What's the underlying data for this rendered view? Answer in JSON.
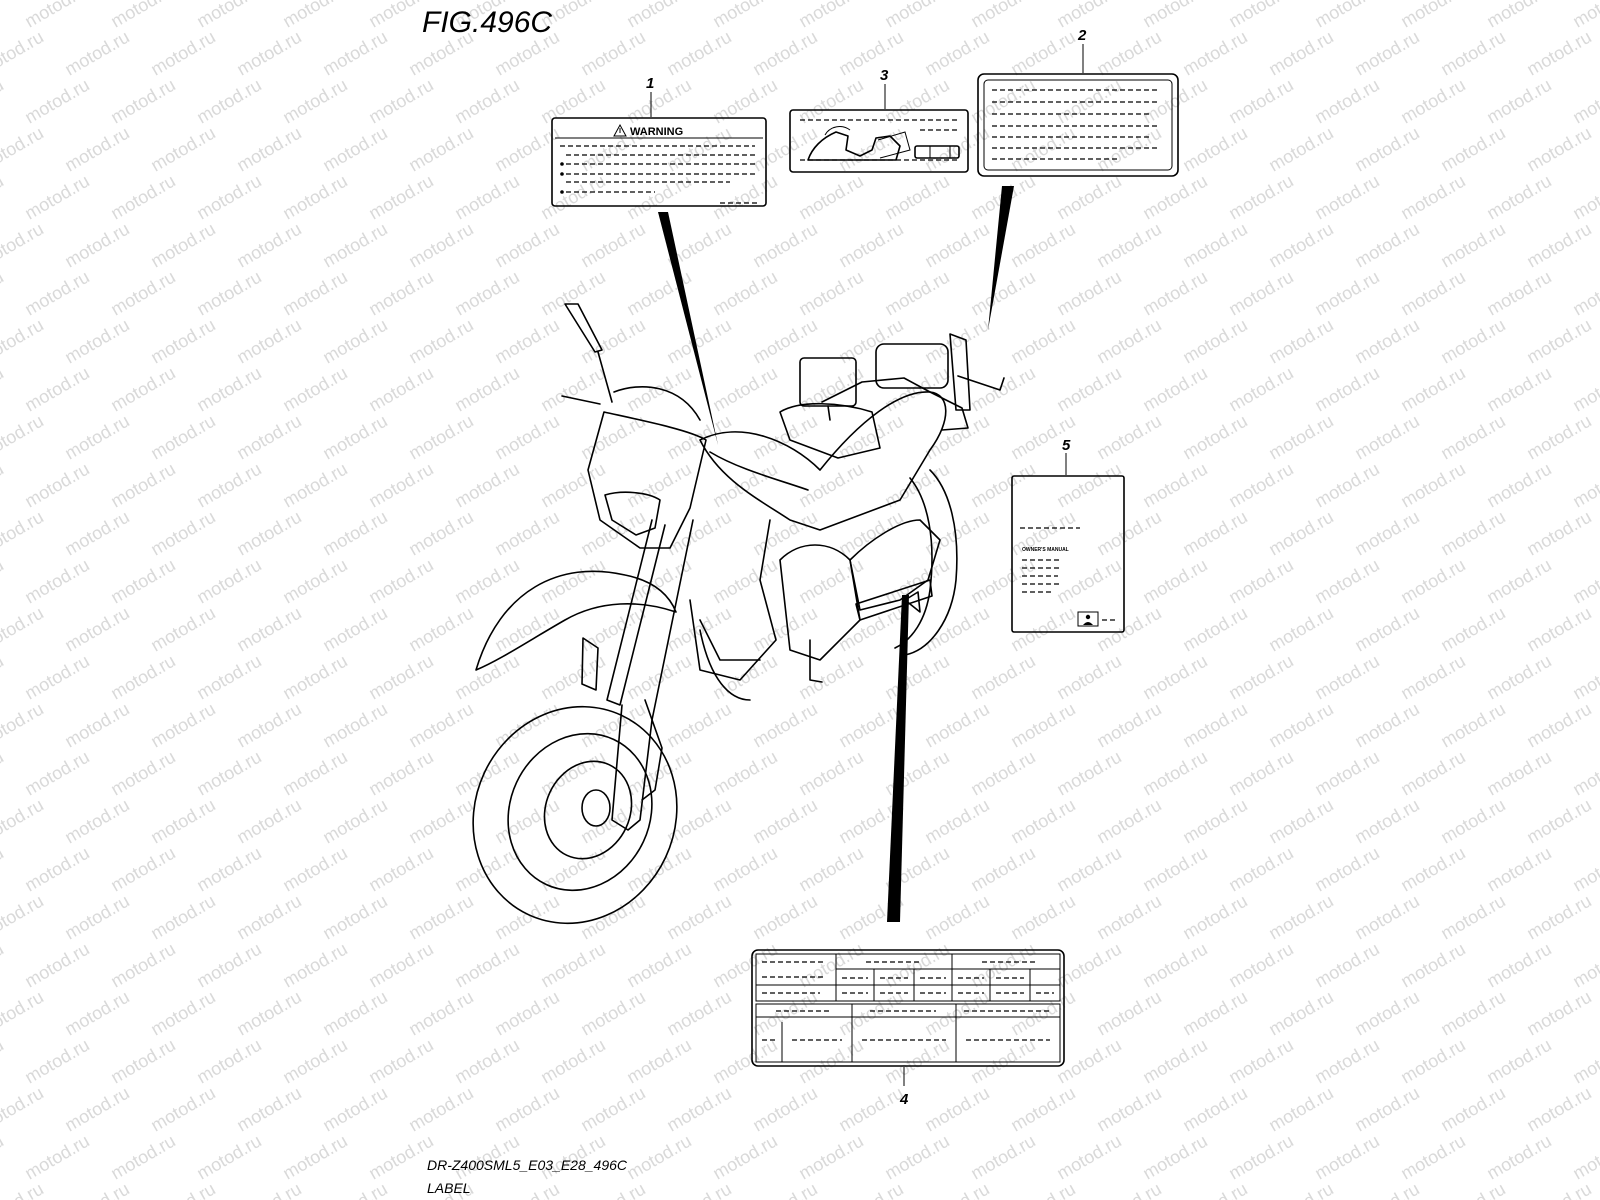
{
  "figure": {
    "title": "FIG.496C",
    "code": "DR-Z400SML5_E03_E28_496C",
    "caption": "LABEL"
  },
  "watermark": {
    "text": "motod.ru",
    "color": "#d9d9d9"
  },
  "callouts": [
    {
      "id": "1",
      "label": "1"
    },
    {
      "id": "2",
      "label": "2"
    },
    {
      "id": "3",
      "label": "3"
    },
    {
      "id": "4",
      "label": "4"
    },
    {
      "id": "5",
      "label": "5"
    }
  ],
  "labels": {
    "warning_heading": "WARNING",
    "manual_title": "OWNER'S MANUAL"
  },
  "icons": [
    "warning-triangle-icon",
    "motorcycle-outline-icon",
    "rider-silhouette-icon",
    "person-icon"
  ],
  "colors": {
    "line": "#000000",
    "background": "#ffffff"
  }
}
